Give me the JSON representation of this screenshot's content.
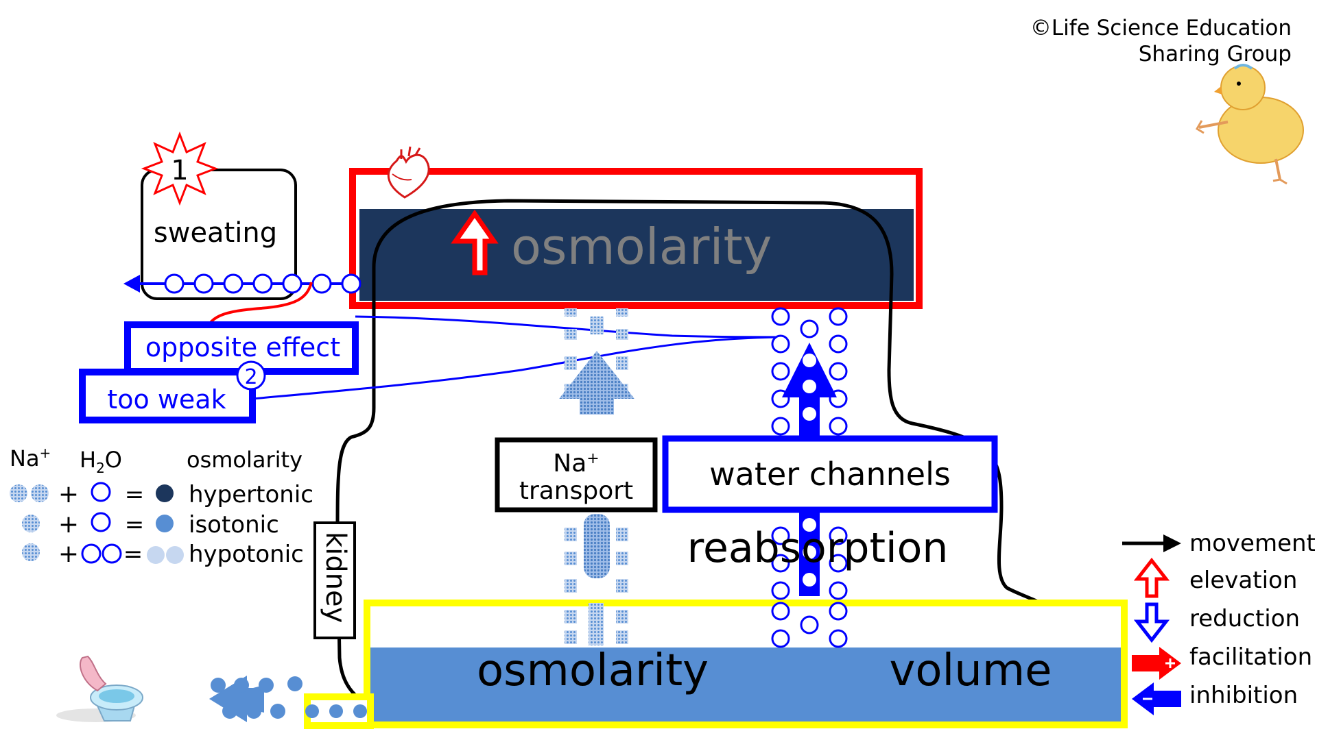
{
  "copyright": {
    "line1": "©Life Science Education",
    "line2": "Sharing Group"
  },
  "badges": {
    "step1": "1",
    "step2": "2"
  },
  "labels": {
    "sweating": "sweating",
    "blood_osmolarity": "osmolarity",
    "opposite_effect": "opposite effect",
    "too_weak": "too weak",
    "kidney": "kidney",
    "na_transport_line1": "Na",
    "na_transport_sup": "+",
    "na_transport_line2": "transport",
    "water_channels": "water channels",
    "reabsorption": "reabsorption",
    "urine_osmolarity": "osmolarity",
    "urine_volume": "volume"
  },
  "legend_left": {
    "na": "Na",
    "na_sup": "+",
    "h2o_h": "H",
    "h2o_sub": "2",
    "h2o_o": "O",
    "osmolarity": "osmolarity",
    "plus": "+",
    "equals": "=",
    "hypertonic": "hypertonic",
    "isotonic": "isotonic",
    "hypotonic": "hypotonic"
  },
  "legend_right": {
    "movement": "movement",
    "elevation": "elevation",
    "reduction": "reduction",
    "facilitation": "facilitation",
    "inhibition": "inhibition"
  },
  "colors": {
    "dark_navy": "#1c365c",
    "medium_blue": "#578ed3",
    "light_blue": "#c6d7f0",
    "pure_blue": "#0000ff",
    "red": "#ff0000",
    "yellow": "#ffff00",
    "black": "#000000",
    "grey_text": "#808080"
  },
  "icons": [
    "heart-icon",
    "chick-icon",
    "toilet-icon",
    "starburst-icon"
  ]
}
